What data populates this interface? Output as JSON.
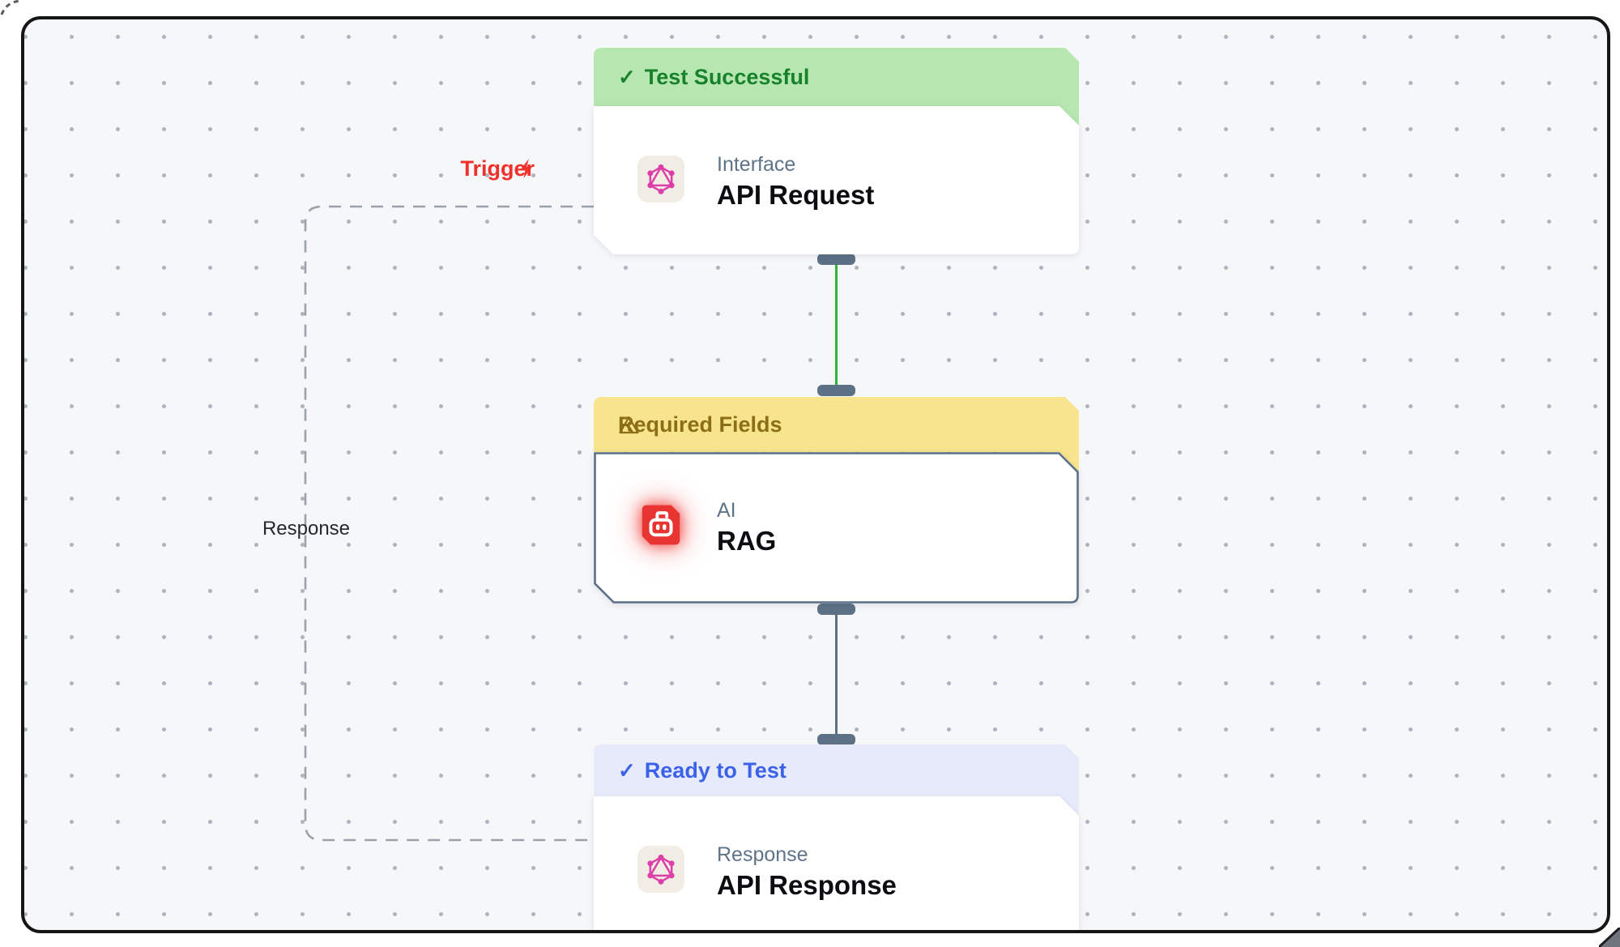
{
  "canvas": {
    "background": "#f6f7f9",
    "dot_color": "#aeb4bd",
    "frame_border_color": "#161616",
    "page_background": "#ffffff"
  },
  "edge_labels": {
    "trigger": {
      "label": "Trigger",
      "color": "#f0302b",
      "icon": "lightning-bolt-icon"
    },
    "response": {
      "label": "Response",
      "color": "#26282b"
    }
  },
  "connections": {
    "success_edge_color": "#2cb534",
    "default_edge_color": "#5d7186",
    "handle_color": "#5d7186",
    "response_dashed_edge_color": "#9aa1ab"
  },
  "nodes": [
    {
      "status": {
        "label": "Test Successful",
        "icon": "check-icon",
        "bg": "#b7e7b1",
        "color": "#17812b"
      },
      "type_label": "Interface",
      "title": "API Request",
      "icon": "graphql-icon",
      "icon_color": "#dd3fa9"
    },
    {
      "status": {
        "label": "Required Fields",
        "icon": "warning-icon",
        "bg": "#f7e48d",
        "color": "#8c6e16"
      },
      "type_label": "AI",
      "title": "RAG",
      "icon": "robot-icon",
      "icon_color": "#e93531",
      "border_color": "#5c7189"
    },
    {
      "status": {
        "label": "Ready to Test",
        "icon": "check-icon",
        "bg": "#e6eafb",
        "color": "#3b62e8"
      },
      "type_label": "Response",
      "title": "API Response",
      "icon": "graphql-icon",
      "icon_color": "#dd3fa9"
    }
  ]
}
